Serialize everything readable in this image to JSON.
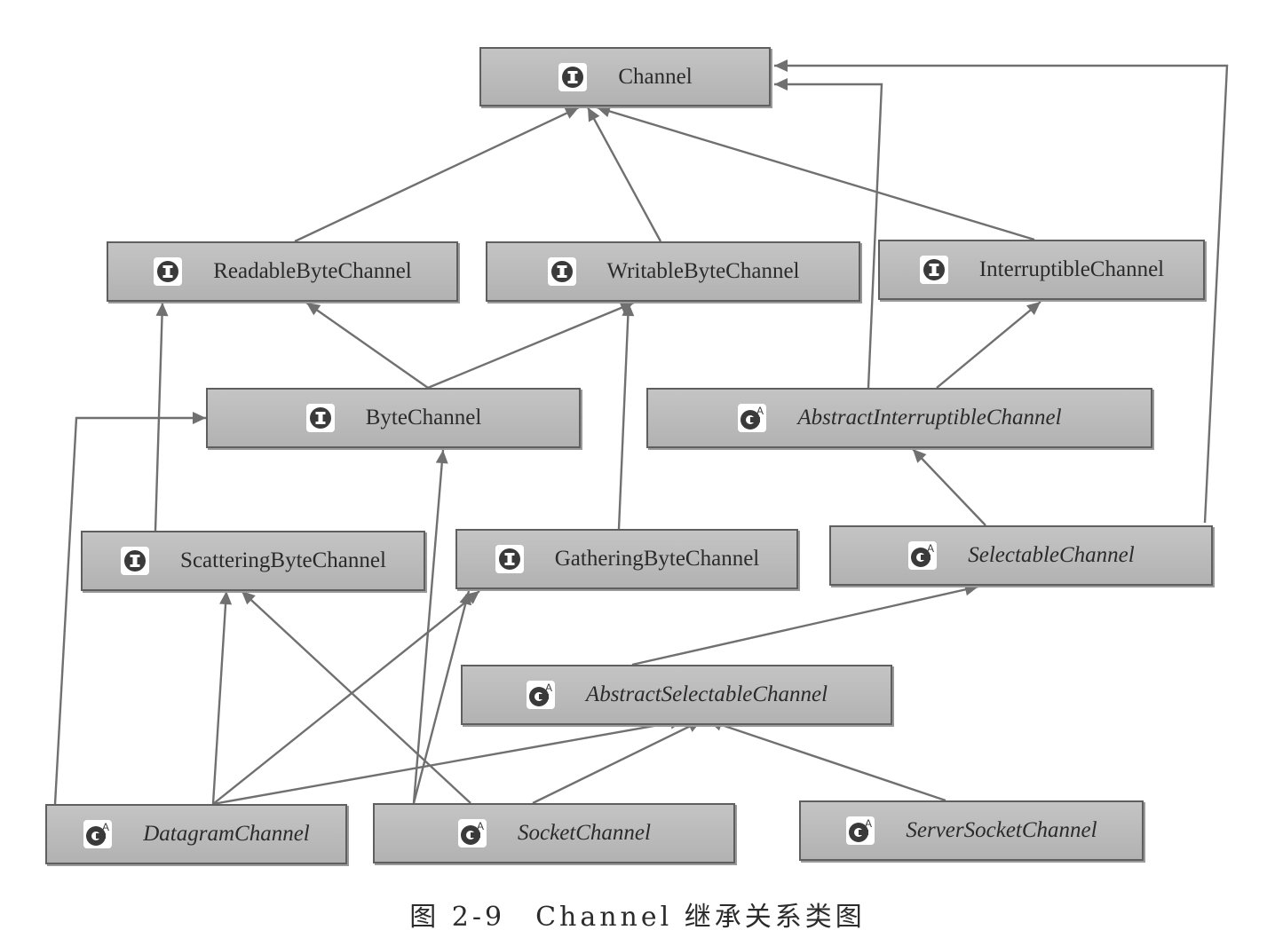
{
  "diagram": {
    "nodes": [
      {
        "id": "channel",
        "label": "Channel",
        "kind": "interface"
      },
      {
        "id": "readable",
        "label": "ReadableByteChannel",
        "kind": "interface"
      },
      {
        "id": "writable",
        "label": "WritableByteChannel",
        "kind": "interface"
      },
      {
        "id": "interruptible",
        "label": "InterruptibleChannel",
        "kind": "interface"
      },
      {
        "id": "bytechannel",
        "label": "ByteChannel",
        "kind": "interface"
      },
      {
        "id": "absinterruptible",
        "label": "AbstractInterruptibleChannel",
        "kind": "abstract-class"
      },
      {
        "id": "scattering",
        "label": "ScatteringByteChannel",
        "kind": "interface"
      },
      {
        "id": "gathering",
        "label": "GatheringByteChannel",
        "kind": "interface"
      },
      {
        "id": "selectable",
        "label": "SelectableChannel",
        "kind": "abstract-class"
      },
      {
        "id": "absselectable",
        "label": "AbstractSelectableChannel",
        "kind": "abstract-class"
      },
      {
        "id": "datagram",
        "label": "DatagramChannel",
        "kind": "abstract-class"
      },
      {
        "id": "socket",
        "label": "SocketChannel",
        "kind": "abstract-class"
      },
      {
        "id": "serversocket",
        "label": "ServerSocketChannel",
        "kind": "abstract-class"
      }
    ],
    "edges": [
      {
        "from": "readable",
        "to": "channel"
      },
      {
        "from": "writable",
        "to": "channel"
      },
      {
        "from": "interruptible",
        "to": "channel"
      },
      {
        "from": "absinterruptible",
        "to": "channel"
      },
      {
        "from": "selectable",
        "to": "channel"
      },
      {
        "from": "bytechannel",
        "to": "readable"
      },
      {
        "from": "bytechannel",
        "to": "writable"
      },
      {
        "from": "absinterruptible",
        "to": "interruptible"
      },
      {
        "from": "scattering",
        "to": "readable"
      },
      {
        "from": "gathering",
        "to": "writable"
      },
      {
        "from": "selectable",
        "to": "absinterruptible"
      },
      {
        "from": "absselectable",
        "to": "selectable"
      },
      {
        "from": "datagram",
        "to": "bytechannel"
      },
      {
        "from": "datagram",
        "to": "scattering"
      },
      {
        "from": "datagram",
        "to": "gathering"
      },
      {
        "from": "datagram",
        "to": "absselectable"
      },
      {
        "from": "socket",
        "to": "bytechannel"
      },
      {
        "from": "socket",
        "to": "scattering"
      },
      {
        "from": "socket",
        "to": "gathering"
      },
      {
        "from": "socket",
        "to": "absselectable"
      },
      {
        "from": "serversocket",
        "to": "absselectable"
      }
    ],
    "colors": {
      "node_fill": "#bcbcbc",
      "node_border": "#5f5f5f",
      "edge": "#707070",
      "text": "#2b2b2b",
      "icon": "#3a3a3a"
    }
  },
  "caption": "图 2-9　Channel 继承关系类图"
}
